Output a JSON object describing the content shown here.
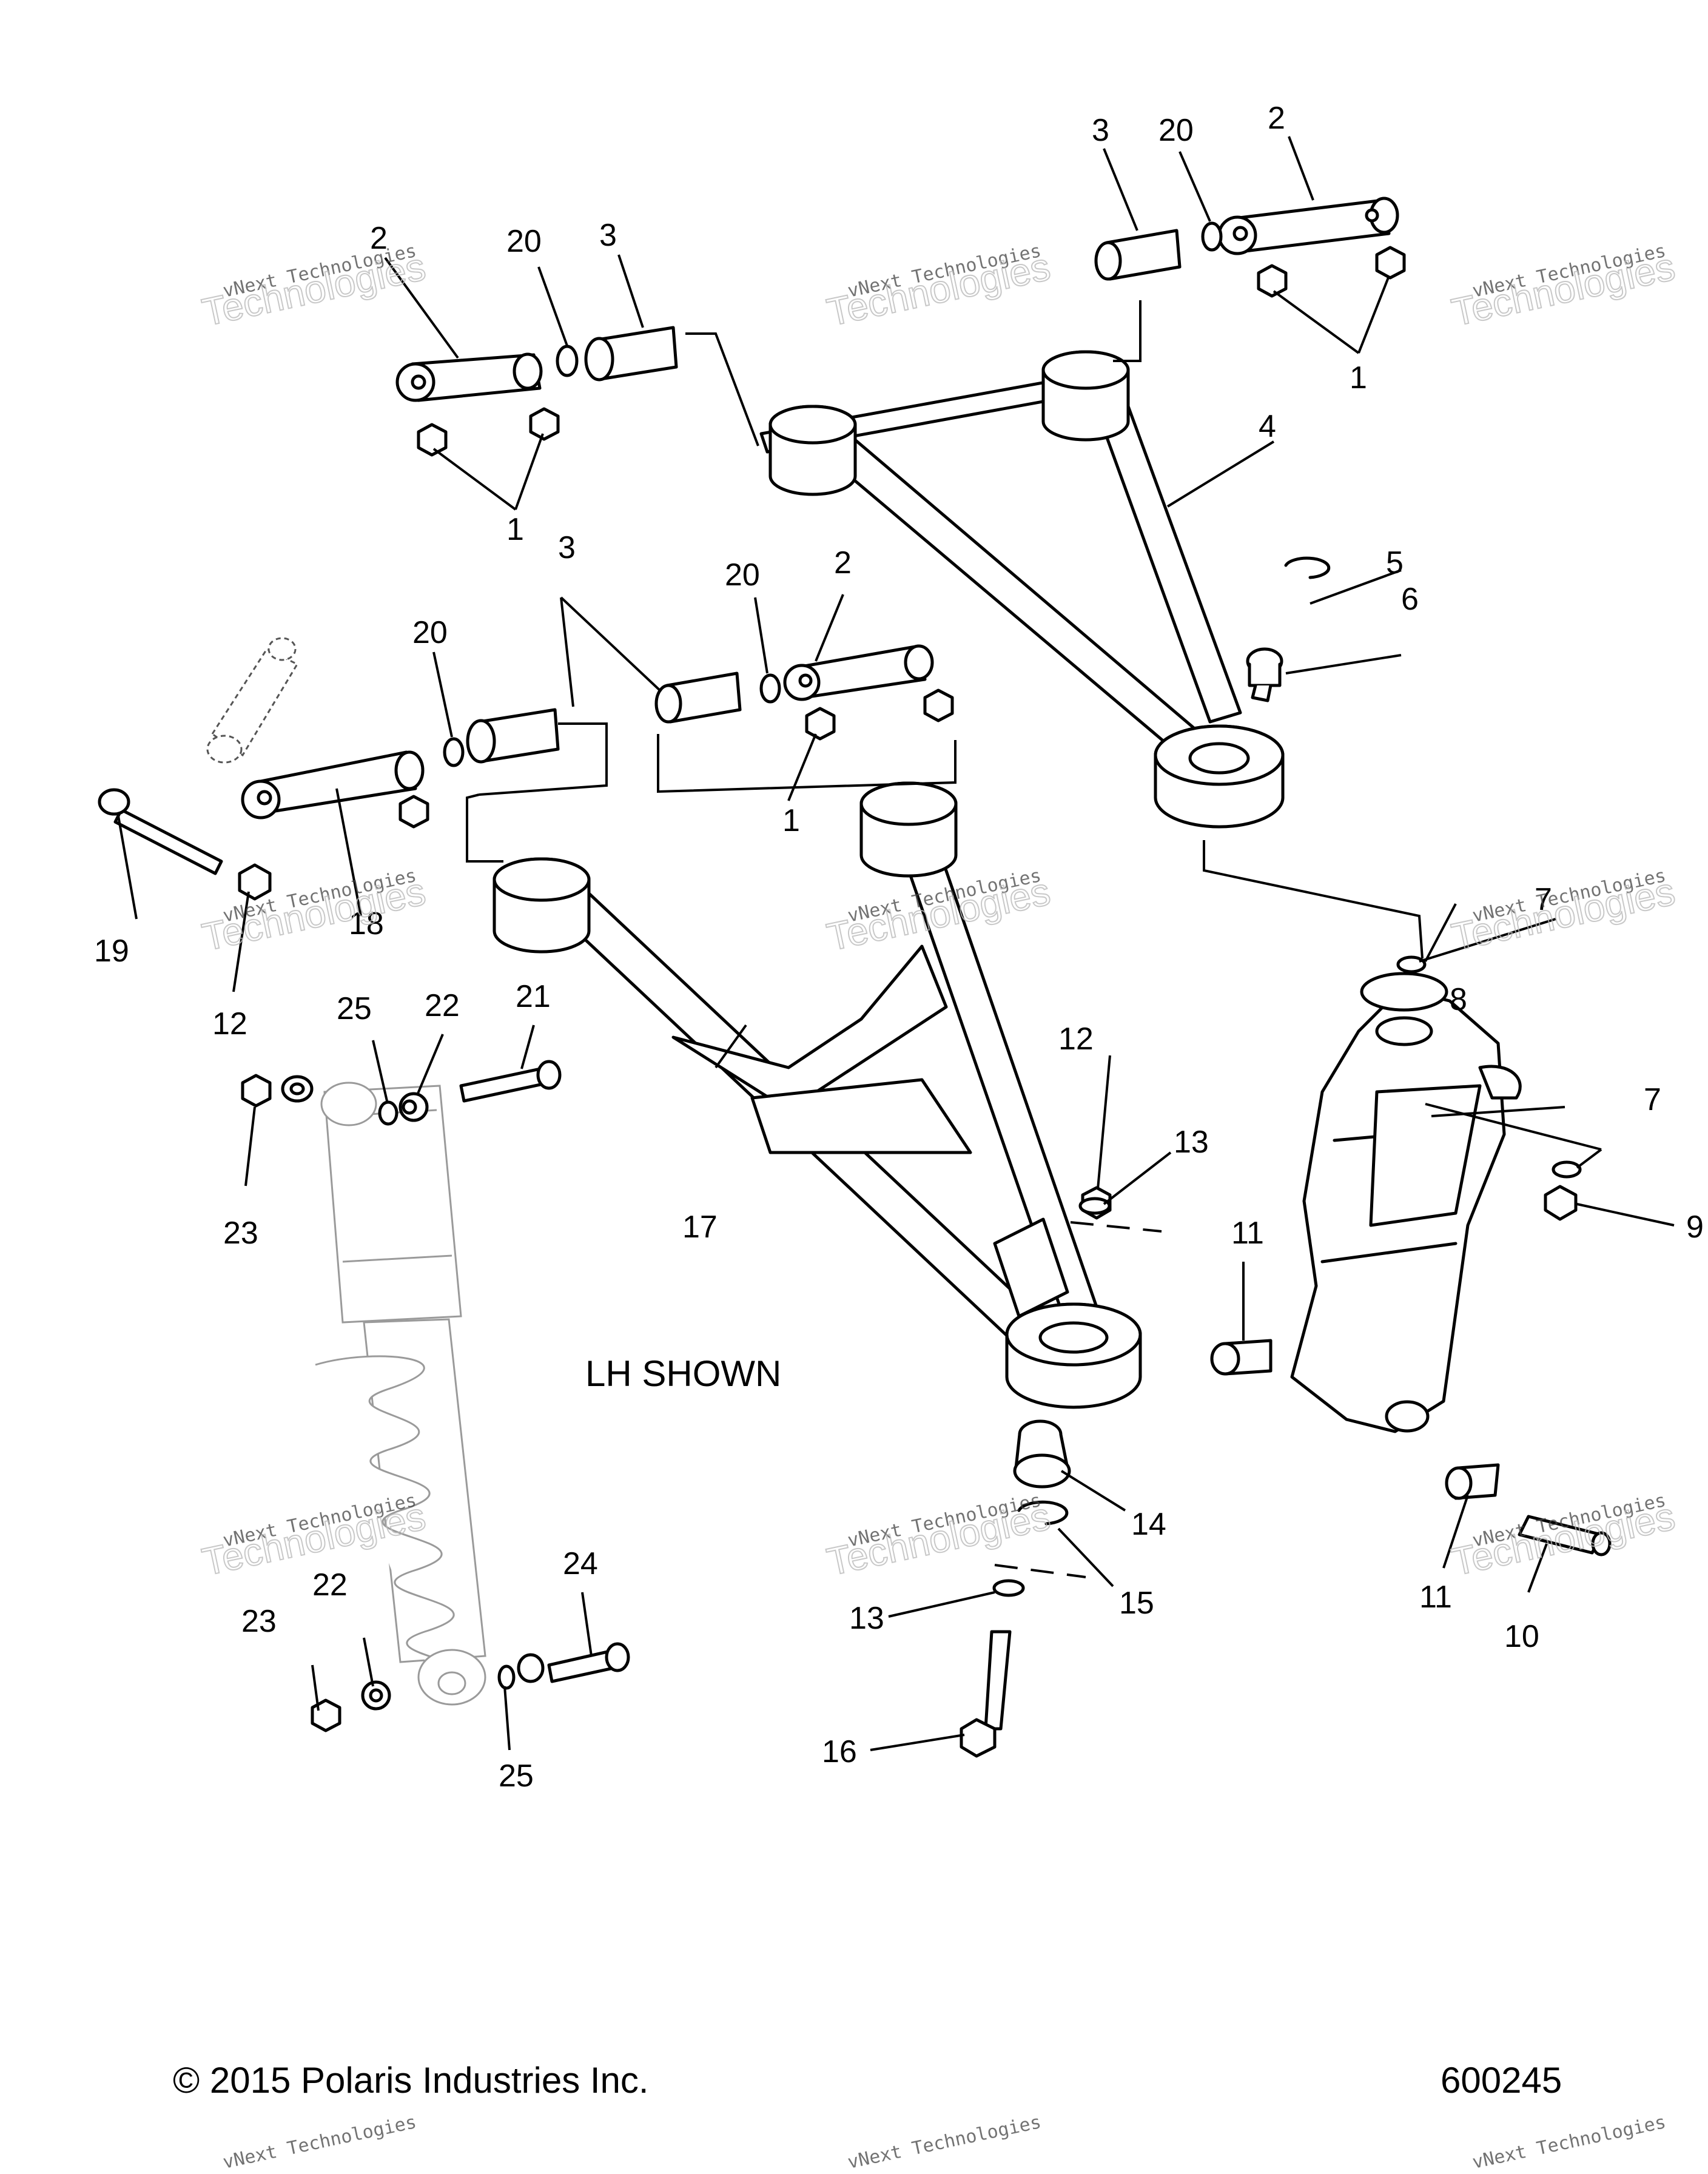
{
  "callouts": {
    "n1a": "1",
    "n1b": "1",
    "n1c": "1",
    "n2a": "2",
    "n2b": "2",
    "n2c": "2",
    "n3a": "3",
    "n3b": "3",
    "n3c": "3",
    "n4": "4",
    "n5": "5",
    "n6": "6",
    "n7a": "7",
    "n7b": "7",
    "n8": "8",
    "n9": "9",
    "n10": "10",
    "n11a": "11",
    "n11b": "11",
    "n12a": "12",
    "n12b": "12",
    "n13a": "13",
    "n13b": "13",
    "n14": "14",
    "n15": "15",
    "n16": "16",
    "n17": "17",
    "n18": "18",
    "n19": "19",
    "n20a": "20",
    "n20b": "20",
    "n20c": "20",
    "n21": "21",
    "n22a": "22",
    "n22b": "22",
    "n23a": "23",
    "n23b": "23",
    "n24": "24",
    "n25a": "25",
    "n25b": "25"
  },
  "view_note": "LH SHOWN",
  "footer": {
    "copyright": "© 2015 Polaris Industries Inc.",
    "drawing_number": "600245"
  },
  "watermark": {
    "line1": "vNext Technologies",
    "line2": "vNext",
    "line3": "Technologies"
  }
}
